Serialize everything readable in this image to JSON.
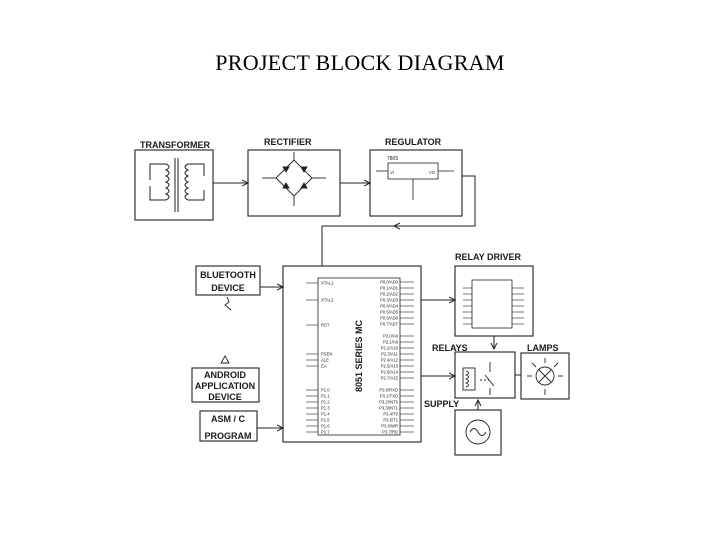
{
  "title": "PROJECT BLOCK DIAGRAM",
  "blocks": {
    "transformer": "TRANSFORMER",
    "rectifier": "RECTIFIER",
    "regulator": "REGULATOR",
    "regulator_part": "7805",
    "bluetooth_line1": "BLUETOOTH",
    "bluetooth_line2": "DEVICE",
    "android_line1": "ANDROID",
    "android_line2": "APPLICATION",
    "android_line3": "DEVICE",
    "asm_line1": "ASM / C",
    "asm_line2": "PROGRAM",
    "mcu": "8051 SERIES MC",
    "relay_driver": "RELAY DRIVER",
    "relays": "RELAYS",
    "lamps": "LAMPS",
    "supply": "SUPPLY"
  },
  "mcu_pins_left": [
    "XTAL1",
    "XTAL2",
    "RST",
    "PSEN",
    "ALE",
    "EA",
    "P1.0",
    "P1.1",
    "P1.2",
    "P1.3",
    "P1.4",
    "P1.5",
    "P1.6",
    "P1.7"
  ],
  "mcu_pins_right": [
    "P0.0/AD0",
    "P0.1/AD1",
    "P0.2/AD2",
    "P0.3/AD3",
    "P0.4/AD4",
    "P0.5/AD5",
    "P0.6/AD6",
    "P0.7/AD7",
    "P2.0/A8",
    "P2.1/A9",
    "P2.2/A10",
    "P2.3/A11",
    "P2.4/A12",
    "P2.5/A13",
    "P2.6/A14",
    "P2.7/A15",
    "P3.0/RXD",
    "P3.1/TXD",
    "P3.2/INT0",
    "P3.3/INT1",
    "P3.4/T0",
    "P3.5/T1",
    "P3.6/WR",
    "P3.7/RD"
  ]
}
